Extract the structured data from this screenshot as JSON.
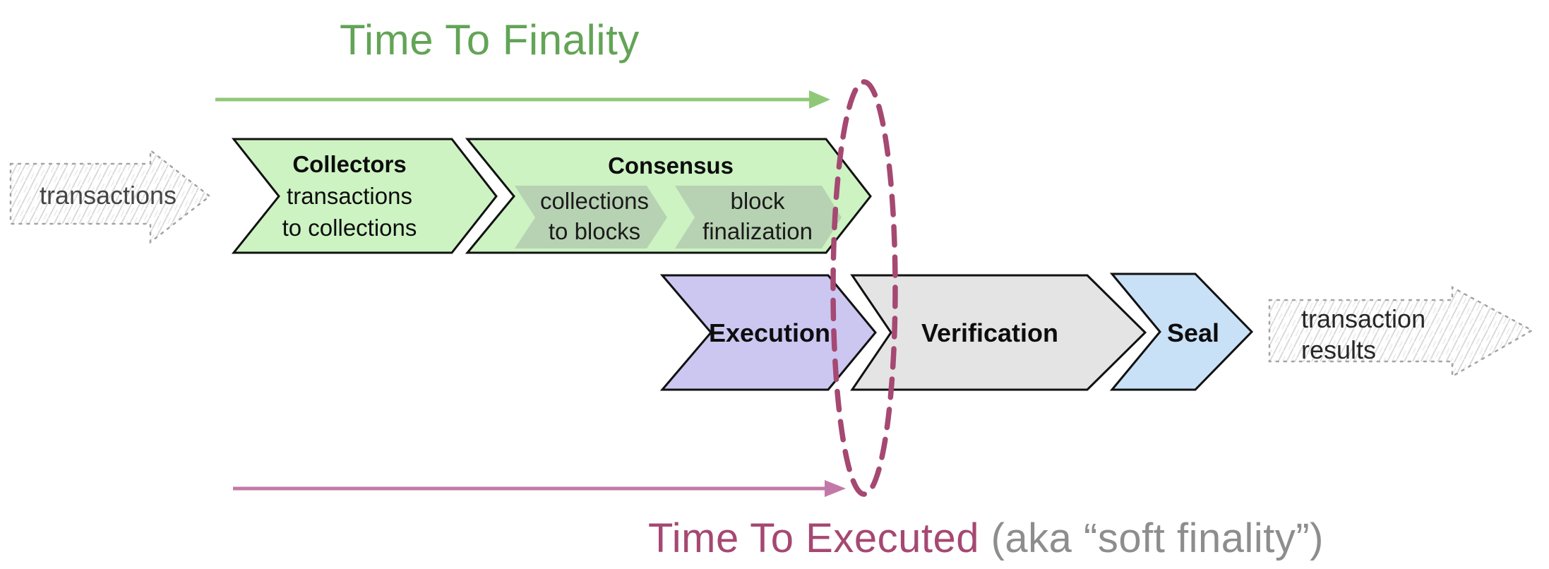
{
  "title_top": "Time To Finality",
  "footer": {
    "accent": "Time To Executed",
    "suffix": " (aka “soft finality”)"
  },
  "io": {
    "input_label": "transactions",
    "output_line1": "transaction",
    "output_line2": "results"
  },
  "pipeline": {
    "collectors": {
      "title": "Collectors",
      "line1": "transactions",
      "line2": "to collections"
    },
    "consensus": {
      "title": "Consensus",
      "sub_steps": [
        {
          "line1": "collections",
          "line2": "to blocks"
        },
        {
          "line1": "block",
          "line2": "finalization"
        }
      ]
    },
    "execution": {
      "title": "Execution"
    },
    "verification": {
      "title": "Verification"
    },
    "seal": {
      "title": "Seal"
    }
  },
  "colors": {
    "stage_green": "#cdf3c3",
    "stage_green_sub": "#b7d2b2",
    "stage_purple": "#cbc7f1",
    "stage_gray": "#e4e4e4",
    "stage_blue": "#c8e1f7",
    "outline": "#111111",
    "title_green": "#63a456",
    "arrow_green": "#90c878",
    "arrow_pink": "#c379a7",
    "ellipse_maroon": "#a54872",
    "sketch_gray": "#a3a3a3"
  }
}
